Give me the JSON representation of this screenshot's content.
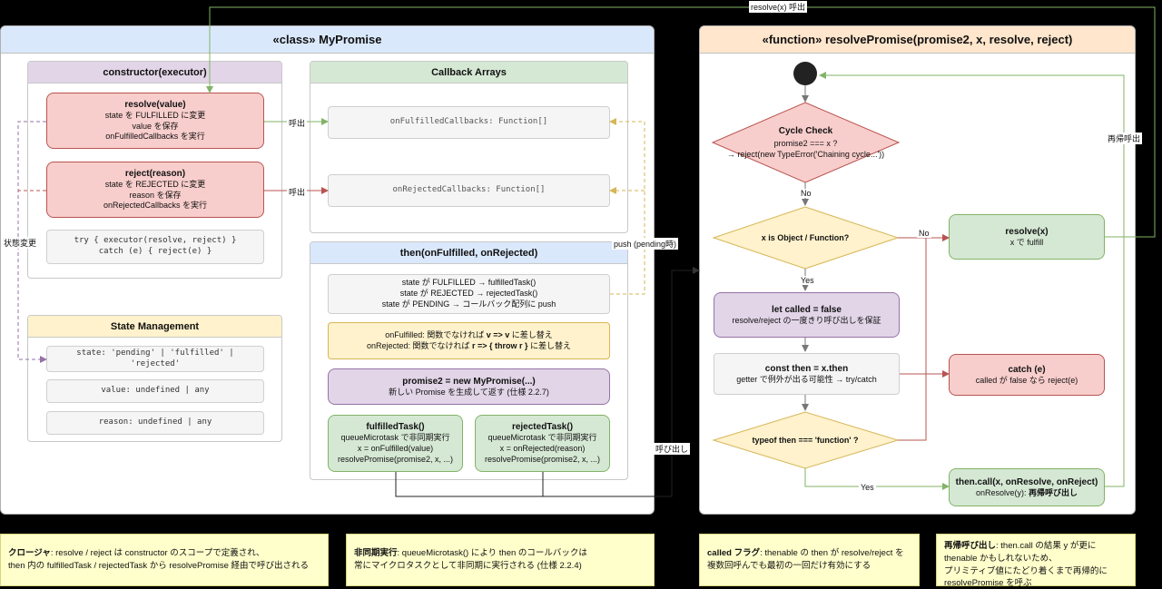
{
  "myPromise": {
    "title": "«class» MyPromise",
    "constructor": {
      "title": "constructor(executor)",
      "resolve": {
        "title": "resolve(value)",
        "l1": "state を FULFILLED に変更",
        "l2": "value を保存",
        "l3": "onFulfilledCallbacks を実行"
      },
      "reject": {
        "title": "reject(reason)",
        "l1": "state を REJECTED に変更",
        "l2": "reason を保存",
        "l3": "onRejectedCallbacks を実行"
      },
      "tryCatch": {
        "l1": "try { executor(resolve, reject) }",
        "l2": "catch (e) { reject(e) }"
      }
    },
    "state": {
      "title": "State Management",
      "stateLine1": "state: 'pending' | 'fulfilled' |",
      "stateLine2": "'rejected'",
      "value": "value: undefined | any",
      "reason": "reason: undefined | any"
    },
    "callbacks": {
      "title": "Callback Arrays",
      "onFulfilled": "onFulfilledCallbacks: Function[]",
      "onRejected": "onRejectedCallbacks: Function[]"
    },
    "then": {
      "title": "then(onFulfilled, onRejected)",
      "dispatch": {
        "l1": "state が FULFILLED → fulfilledTask()",
        "l2": "state が REJECTED → rejectedTask()",
        "l3": "state が PENDING → コールバック配列に push"
      },
      "defaults": {
        "l1a": "onFulfilled: 関数でなければ ",
        "l1b": "v => v",
        "l1c": " に差し替え",
        "l2a": "onRejected: 関数でなければ ",
        "l2b": "r => { throw r }",
        "l2c": " に差し替え"
      },
      "promise2": {
        "title": "promise2 = new MyPromise(...)",
        "l1": "新しい Promise を生成して返す (仕様 2.2.7)"
      },
      "fulfilledTask": {
        "title": "fulfilledTask()",
        "l1": "queueMicrotask で非同期実行",
        "l2": "x = onFulfilled(value)",
        "l3": "resolvePromise(promise2, x, ...)"
      },
      "rejectedTask": {
        "title": "rejectedTask()",
        "l1": "queueMicrotask で非同期実行",
        "l2": "x = onRejected(reason)",
        "l3": "resolvePromise(promise2, x, ...)"
      }
    }
  },
  "resolvePromise": {
    "title": "«function» resolvePromise(promise2, x, resolve, reject)",
    "cycle": {
      "title": "Cycle Check",
      "l1": "promise2 === x ?",
      "l2": "→ reject(new TypeError('Chaining cycle...'))"
    },
    "isObject": "x is Object / Function?",
    "called": {
      "title": "let called = false",
      "l1": "resolve/reject の一度きり呼び出しを保証"
    },
    "constThen": {
      "title": "const then = x.then",
      "l1": "getter で例外が出る可能性 → try/catch"
    },
    "typeofThen": "typeof then === 'function' ?",
    "resolveX": {
      "title": "resolve(x)",
      "l1": "x で fulfill"
    },
    "catchE": {
      "title": "catch (e)",
      "l1": "called が false なら reject(e)"
    },
    "thenCall": {
      "title": "then.call(x, onResolve, onReject)",
      "l1a": "onResolve(y): ",
      "l1b": "再帰呼び出し"
    }
  },
  "labels": {
    "call1": "呼出",
    "call2": "呼出",
    "stateChange": "状態変更",
    "push": "push (pending時)",
    "invoke": "呼び出し",
    "resolveCall": "resolve(x) 呼出",
    "recursive": "再帰呼出",
    "no1": "No",
    "no2": "No",
    "yes1": "Yes",
    "yes2": "Yes"
  },
  "notes": {
    "closure": {
      "b": "クロージャ",
      "t1": ": resolve / reject は constructor のスコープで定義され、",
      "t2": "then 内の fulfilledTask / rejectedTask から resolvePromise 経由で呼び出される"
    },
    "async": {
      "b": "非同期実行",
      "t1": ": queueMicrotask() により then のコールバックは",
      "t2": "常にマイクロタスクとして非同期に実行される (仕様 2.2.4)"
    },
    "calledFlag": {
      "b": "called フラグ",
      "t1": ": thenable の then が resolve/reject を",
      "t2": "複数回呼んでも最初の一回だけ有効にする"
    },
    "recursive": {
      "b": "再帰呼び出し",
      "t1": ": then.call の結果 y が更に",
      "t2": "thenable かもしれないため、",
      "t3": "プリミティブ値にたどり着くまで再帰的に",
      "t4": "resolvePromise を呼ぶ"
    }
  },
  "colors": {
    "red": "#f8cecc",
    "green": "#d5e8d4",
    "purple": "#e1d5e7",
    "yellow": "#fff2cc",
    "blue": "#dae8fc",
    "orange": "#ffe6cc"
  }
}
